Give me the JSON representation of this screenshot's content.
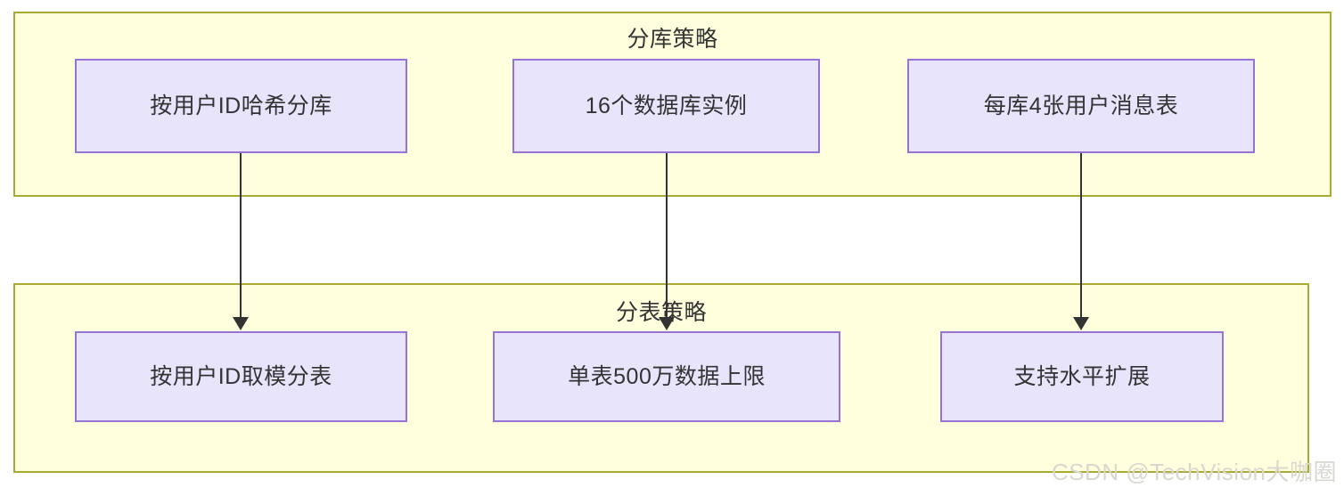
{
  "diagram": {
    "type": "flowchart",
    "groups": [
      {
        "id": "sharding-database",
        "title": "分库策略",
        "nodes": [
          {
            "id": "hash-by-user-id",
            "label": "按用户ID哈希分库"
          },
          {
            "id": "sixteen-db-instances",
            "label": "16个数据库实例"
          },
          {
            "id": "four-tables-per-db",
            "label": "每库4张用户消息表"
          }
        ]
      },
      {
        "id": "sharding-table",
        "title": "分表策略",
        "nodes": [
          {
            "id": "mod-by-user-id",
            "label": "按用户ID取模分表"
          },
          {
            "id": "five-million-row-limit",
            "label": "单表500万数据上限"
          },
          {
            "id": "horizontal-scaling",
            "label": "支持水平扩展"
          }
        ]
      }
    ],
    "edges": [
      {
        "id": "edge-1",
        "from": "按用户ID哈希分库",
        "to": "按用户ID取模分表"
      },
      {
        "id": "edge-2",
        "from": "16个数据库实例",
        "to": "单表500万数据上限"
      },
      {
        "id": "edge-3",
        "from": "每库4张用户消息表",
        "to": "支持水平扩展"
      }
    ],
    "colors": {
      "group_fill": "#ffffde",
      "group_border": "#aaaa33",
      "node_fill": "#e8e4fc",
      "node_border": "#9673d4",
      "edge": "#333333",
      "text": "#333333",
      "watermark": "#d8d8d0"
    }
  },
  "watermark": {
    "text": "CSDN @TechVision大咖圈"
  }
}
